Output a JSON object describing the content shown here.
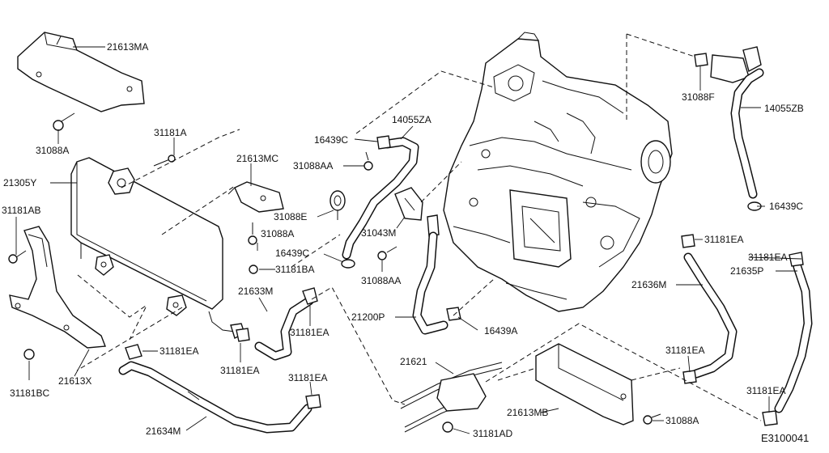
{
  "diagram_code": "E3100041",
  "labels": {
    "l_21613MA": "21613MA",
    "l_31088A_a": "31088A",
    "l_31181A": "31181A",
    "l_21305Y": "21305Y",
    "l_31181AB": "31181AB",
    "l_21613MC": "21613MC",
    "l_31088E": "31088E",
    "l_31088A_b": "31088A",
    "l_31181BA": "31181BA",
    "l_21633M": "21633M",
    "l_31181EA_a": "31181EA",
    "l_31181EA_b": "31181EA",
    "l_31181EA_c": "31181EA",
    "l_21613X": "21613X",
    "l_31181BC": "31181BC",
    "l_21634M": "21634M",
    "l_31181EA_d": "31181EA",
    "l_16439C_a": "16439C",
    "l_14055ZA": "14055ZA",
    "l_31088AA_a": "31088AA",
    "l_31043M": "31043M",
    "l_16439C_b": "16439C",
    "l_31088AA_b": "31088AA",
    "l_21200P": "21200P",
    "l_16439A": "16439A",
    "l_21621": "21621",
    "l_21613MB": "21613MB",
    "l_31181AD": "31181AD",
    "l_31088A_c": "31088A",
    "l_31088F": "31088F",
    "l_14055ZB": "14055ZB",
    "l_16439C_c": "16439C",
    "l_31181EA_e": "31181EA",
    "l_31181EA_f": "31181EA",
    "l_21635P": "21635P",
    "l_21636M": "21636M",
    "l_31181EA_g": "31181EA",
    "l_31181EA_h": "31181EA"
  }
}
